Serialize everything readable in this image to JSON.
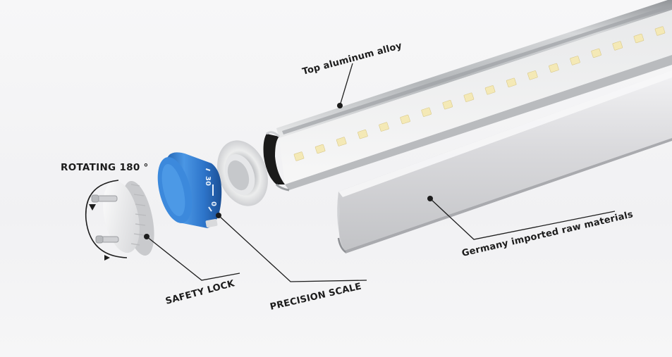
{
  "labels": {
    "top_aluminum": "Top aluminum alloy",
    "germany_raw": "Germany imported raw materials",
    "rotating": "ROTATING 180 °",
    "safety_lock": "SAFETY LOCK",
    "precision_scale": "PRECISION SCALE"
  },
  "scale_marks": {
    "mark_30": "30",
    "mark_0": "0"
  },
  "colors": {
    "led_chip": "#f4e9b6",
    "blue_ring": "#3d86d6",
    "aluminum": "#c8cacd",
    "diffuser": "#e3e3e6"
  },
  "led_count": 18
}
